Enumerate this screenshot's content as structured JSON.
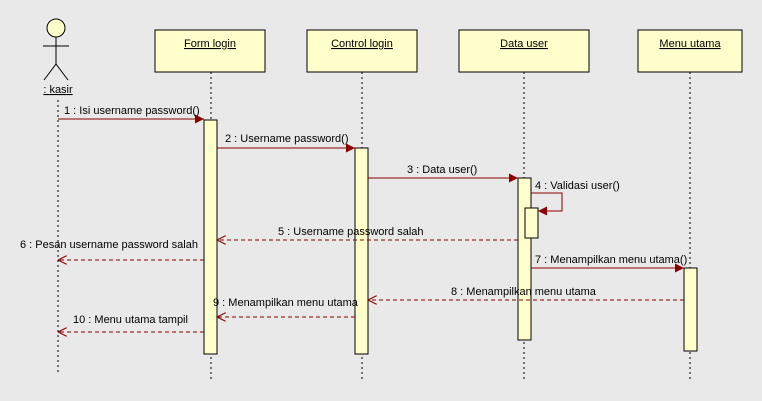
{
  "diagram": {
    "actor": {
      "label": ": kasir"
    },
    "lifelines": [
      {
        "id": "form-login",
        "label": "Form login"
      },
      {
        "id": "control-login",
        "label": "Control login"
      },
      {
        "id": "data-user",
        "label": "Data user"
      },
      {
        "id": "menu-utama",
        "label": "Menu utama"
      }
    ],
    "messages": [
      {
        "id": "m1",
        "label": "1 : Isi username password()",
        "type": "sync"
      },
      {
        "id": "m2",
        "label": "2 : Username password()",
        "type": "sync"
      },
      {
        "id": "m3",
        "label": "3 : Data user()",
        "type": "sync"
      },
      {
        "id": "m4",
        "label": "4 : Validasi user()",
        "type": "self"
      },
      {
        "id": "m5",
        "label": "5 : Username password salah",
        "type": "return"
      },
      {
        "id": "m6",
        "label": "6 : Pesan username password salah",
        "type": "return"
      },
      {
        "id": "m7",
        "label": "7 : Menampilkan menu utama()",
        "type": "sync"
      },
      {
        "id": "m8",
        "label": "8 : Menampilkan menu utama",
        "type": "return"
      },
      {
        "id": "m9",
        "label": "9 : Menampilkan menu utama",
        "type": "return"
      },
      {
        "id": "m10",
        "label": "10 : Menu utama tampil",
        "type": "return"
      }
    ],
    "colors": {
      "background": "#e9e9e9",
      "box_fill": "#ffffcc",
      "activation_fill": "#ffffcc",
      "arrow": "#8b0000",
      "line": "#000000"
    }
  }
}
